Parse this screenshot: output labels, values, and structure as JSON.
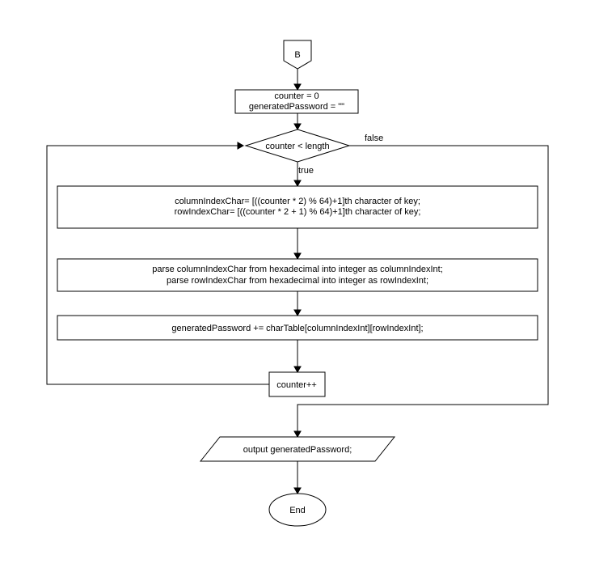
{
  "flowchart": {
    "connector": {
      "label": "B"
    },
    "init": {
      "line1": "counter = 0",
      "line2": "generatedPassword = \"\""
    },
    "decision": {
      "label": "counter < length",
      "true_label": "true",
      "false_label": "false"
    },
    "step_index_chars": {
      "line1": "columnIndexChar= [((counter * 2) % 64)+1]th character of key;",
      "line2": "rowIndexChar= [((counter * 2 + 1) % 64)+1]th character of key;"
    },
    "step_parse": {
      "line1": "parse columnIndexChar from hexadecimal into integer as columnIndexInt;",
      "line2": "parse rowIndexChar from hexadecimal into integer as rowIndexInt;"
    },
    "step_append": {
      "label": "generatedPassword += charTable[columnIndexInt][rowIndexInt];"
    },
    "increment": {
      "label": "counter++"
    },
    "output": {
      "label": "output generatedPassword;"
    },
    "end": {
      "label": "End"
    }
  }
}
